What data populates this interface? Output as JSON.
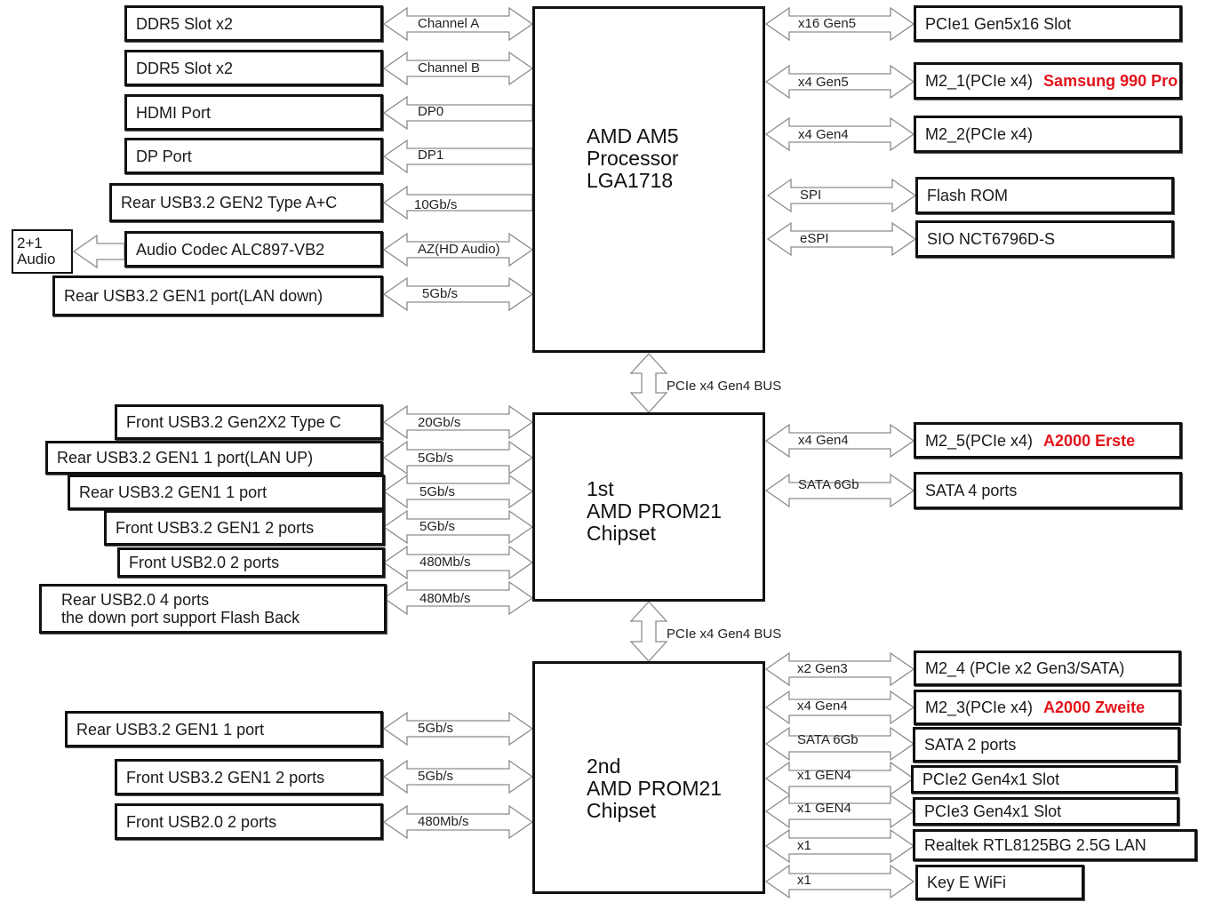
{
  "title": "AMD AM5 Motherboard Block Diagram",
  "processor": {
    "lines": [
      "AMD AM5",
      "Processor",
      "LGA1718"
    ]
  },
  "chipset1": {
    "lines": [
      "1st",
      "AMD PROM21",
      "Chipset"
    ]
  },
  "chipset2": {
    "lines": [
      "2nd",
      "AMD PROM21",
      "Chipset"
    ]
  },
  "buses": [
    {
      "label": "PCIe x4 Gen4 BUS",
      "from": "processor",
      "to": "chipset1"
    },
    {
      "label": "PCIe x4 Gen4 BUS",
      "from": "chipset1",
      "to": "chipset2"
    }
  ],
  "processor_left": [
    {
      "device": "DDR5 Slot x2",
      "link": "Channel A",
      "direction": "both"
    },
    {
      "device": "DDR5 Slot x2",
      "link": "Channel B",
      "direction": "both"
    },
    {
      "device": "HDMI Port",
      "link": "DP0",
      "direction": "out"
    },
    {
      "device": "DP Port",
      "link": "DP1",
      "direction": "out"
    },
    {
      "device": "Rear USB3.2 GEN2 Type A+C",
      "link": "10Gb/s",
      "direction": "out"
    },
    {
      "device": "Audio Codec ALC897-VB2",
      "link": "AZ(HD Audio)",
      "direction": "both"
    },
    {
      "device": "Rear USB3.2 GEN1 port(LAN down)",
      "link": "5Gb/s",
      "direction": "both"
    }
  ],
  "audio_output": {
    "lines": [
      "2+1",
      "Audio"
    ]
  },
  "processor_right": [
    {
      "device": "PCIe1 Gen5x16 Slot",
      "link": "x16 Gen5",
      "direction": "both",
      "note": ""
    },
    {
      "device": "M2_1(PCIe x4)",
      "link": "x4 Gen5",
      "direction": "both",
      "note": "Samsung 990 Pro"
    },
    {
      "device": "M2_2(PCIe x4)",
      "link": "x4 Gen4",
      "direction": "both",
      "note": ""
    },
    {
      "device": "Flash ROM",
      "link": "SPI",
      "direction": "both",
      "note": ""
    },
    {
      "device": "SIO NCT6796D-S",
      "link": "eSPI",
      "direction": "both",
      "note": ""
    }
  ],
  "chipset1_left": [
    {
      "device": "Front USB3.2 Gen2X2 Type C",
      "link": "20Gb/s"
    },
    {
      "device": "Rear USB3.2 GEN1 1 port(LAN UP)",
      "link": "5Gb/s"
    },
    {
      "device": "Rear USB3.2 GEN1 1 port",
      "link": "5Gb/s"
    },
    {
      "device": "Front USB3.2 GEN1 2 ports",
      "link": "5Gb/s"
    },
    {
      "device": "Front USB2.0 2 ports",
      "link": "480Mb/s"
    },
    {
      "device": "Rear USB2.0 4 ports\nthe down port support Flash Back",
      "device_lines": [
        "Rear USB2.0 4 ports",
        "the down port support Flash Back"
      ],
      "link": "480Mb/s"
    }
  ],
  "chipset1_right": [
    {
      "device": "M2_5(PCIe x4)",
      "link": "x4 Gen4",
      "note": "A2000 Erste"
    },
    {
      "device": "SATA 4 ports",
      "link": "SATA 6Gb",
      "note": ""
    }
  ],
  "chipset2_left": [
    {
      "device": "Rear USB3.2 GEN1 1 port",
      "link": "5Gb/s"
    },
    {
      "device": "Front USB3.2 GEN1 2 ports",
      "link": "5Gb/s"
    },
    {
      "device": "Front USB2.0 2 ports",
      "link": "480Mb/s"
    }
  ],
  "chipset2_right": [
    {
      "device": "M2_4 (PCIe x2 Gen3/SATA)",
      "link": "x2 Gen3",
      "note": ""
    },
    {
      "device": "M2_3(PCIe x4)",
      "link": "x4 Gen4",
      "note": "A2000 Zweite"
    },
    {
      "device": "SATA 2 ports",
      "link": "SATA 6Gb",
      "note": ""
    },
    {
      "device": "PCIe2  Gen4x1 Slot",
      "link": "x1 GEN4",
      "note": ""
    },
    {
      "device": "PCIe3 Gen4x1 Slot",
      "link": "x1 GEN4",
      "note": ""
    },
    {
      "device": "Realtek RTL8125BG 2.5G LAN",
      "link": "x1",
      "note": ""
    },
    {
      "device": "Key E WiFi",
      "link": "x1",
      "note": ""
    }
  ],
  "colors": {
    "note": "#e3141b",
    "box_border": "#111111",
    "arrow_stroke": "#8c8c8c"
  }
}
